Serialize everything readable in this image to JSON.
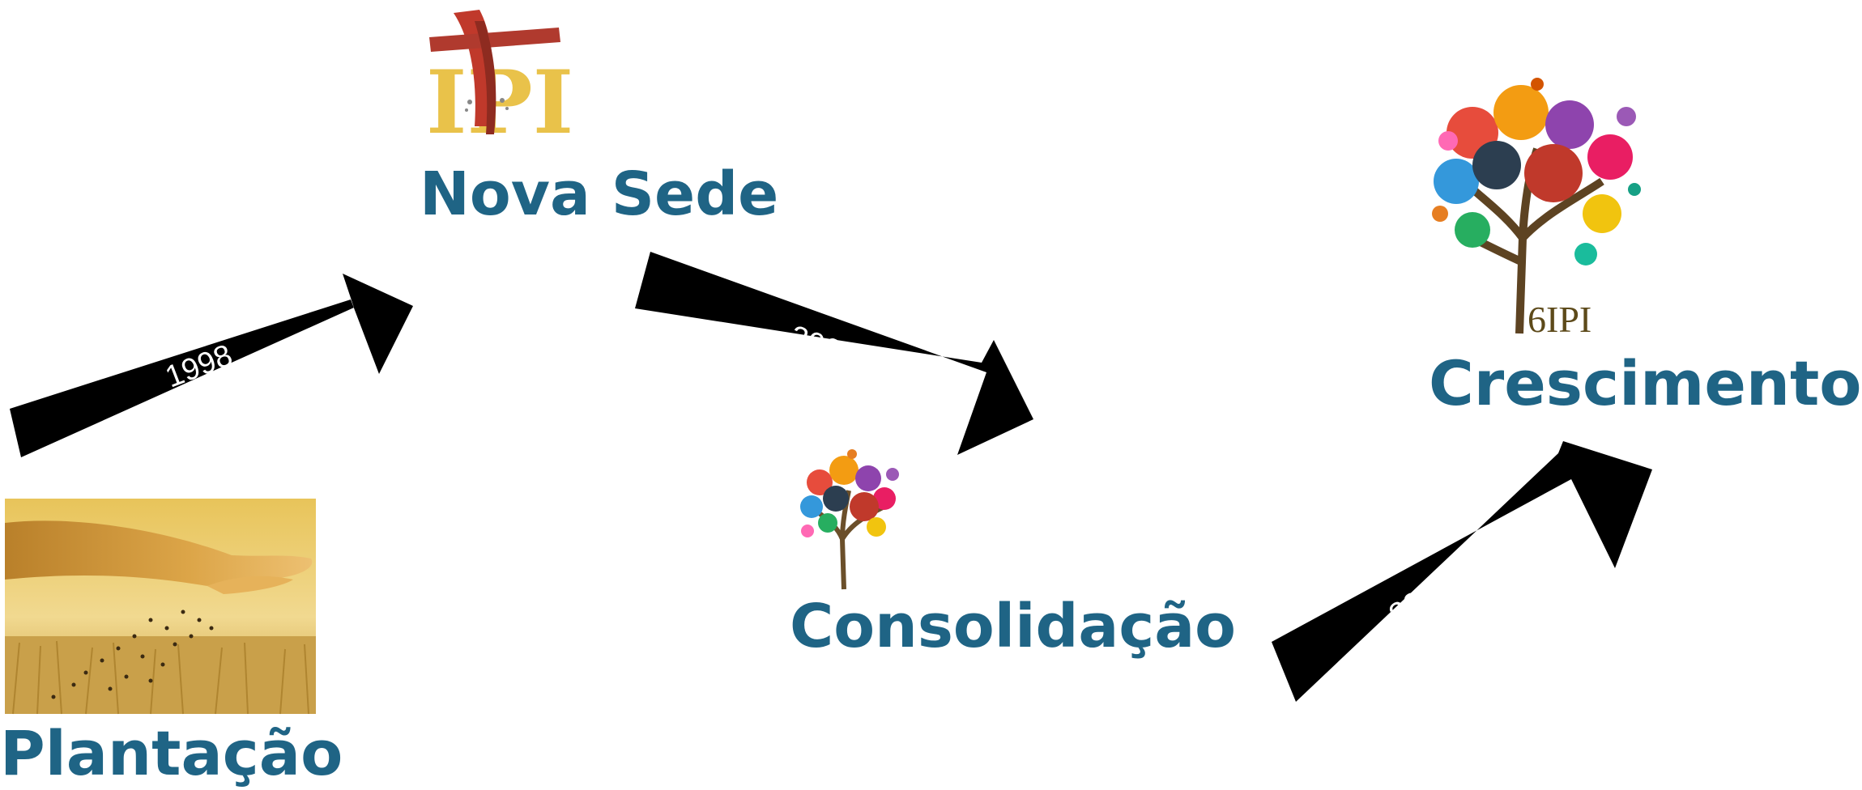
{
  "stages": {
    "plantacao": {
      "label": "Plantação"
    },
    "nova_sede": {
      "label": "Nova Sede",
      "logo_text": "IPI"
    },
    "consolidacao": {
      "label": "Consolidação"
    },
    "crescimento": {
      "label": "Crescimento",
      "tree_text": "6IPI"
    }
  },
  "arrows": {
    "a1": {
      "year": "1998"
    },
    "a2": {
      "year": "2001"
    },
    "a3": {
      "year": "2002-2018"
    }
  },
  "colors": {
    "label": "#1f6485",
    "arrow": "#000000",
    "arrow_text": "#ffffff"
  },
  "icons": {
    "plantacao": "sowing-hand-wheat-field-photo",
    "nova_sede": "ipi-cross-logo",
    "consolidacao": "colorful-tree-icon",
    "crescimento": "colorful-tree-6ipi-icon"
  }
}
